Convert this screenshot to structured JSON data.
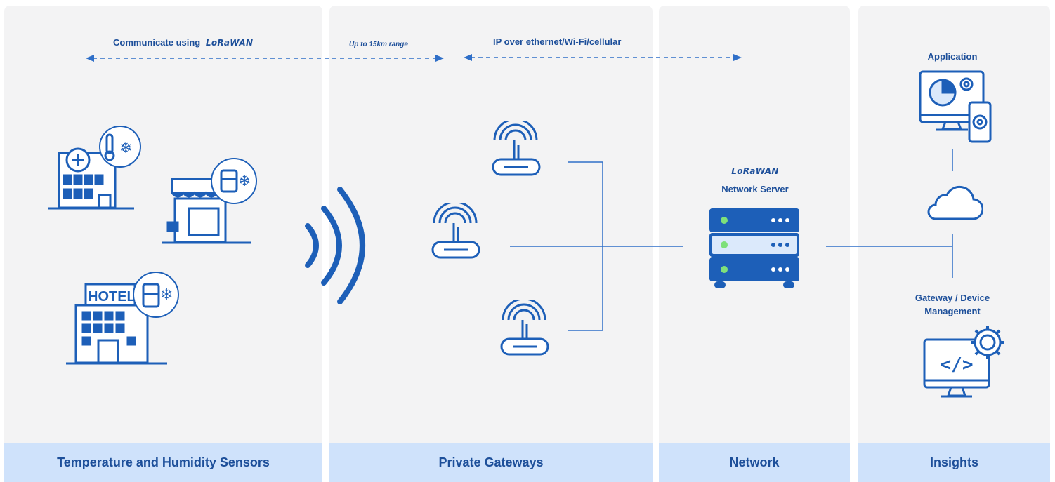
{
  "panels": {
    "sensors": "Temperature and Humidity Sensors",
    "gateways": "Private Gateways",
    "network": "Network",
    "insights": "Insights"
  },
  "labels": {
    "communicate": "Communicate using",
    "lorawan_logo": "LoRaWAN",
    "range": "Up to 15km range",
    "ip": "IP over ethernet/Wi-Fi/cellular",
    "network_server": "Network Server",
    "application": "Application",
    "gateway_mgmt_line1": "Gateway / Device",
    "gateway_mgmt_line2": "Management",
    "hotel": "HOTEL"
  },
  "colors": {
    "primary": "#1d5fb8",
    "footer": "#cfe2fb",
    "text": "#1d4f9a",
    "panel": "#f3f3f4"
  }
}
